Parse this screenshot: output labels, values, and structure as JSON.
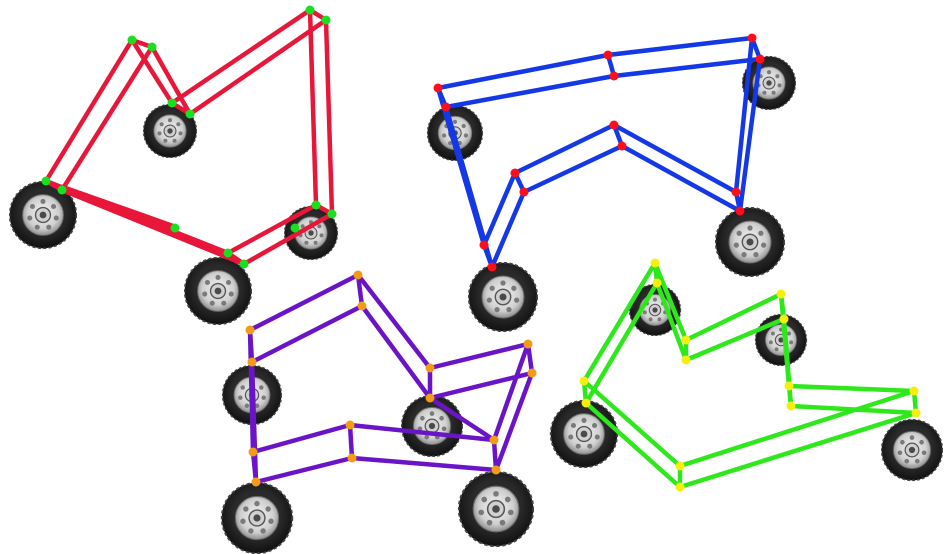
{
  "scene": {
    "description_text": "",
    "colors": {
      "background": "#ffffff",
      "tire_outer": "#1c1c1c",
      "tire_tread": "#3a3a3a",
      "rim_silver": "#d9d9d9",
      "rim_shadow": "#9a9a9a",
      "hub_dark": "#4a4a4a"
    }
  },
  "vehicles": [
    {
      "name": "red-vehicle",
      "frame_color": "#e8173a",
      "joint_color": "#19e01f",
      "wheel_count": 4
    },
    {
      "name": "blue-vehicle",
      "frame_color": "#1438e6",
      "joint_color": "#ff0d1a",
      "wheel_count": 4
    },
    {
      "name": "purple-vehicle",
      "frame_color": "#6a14c8",
      "joint_color": "#f39a16",
      "wheel_count": 4
    },
    {
      "name": "green-vehicle",
      "frame_color": "#2ee81c",
      "joint_color": "#f5ef0e",
      "wheel_count": 4
    }
  ]
}
